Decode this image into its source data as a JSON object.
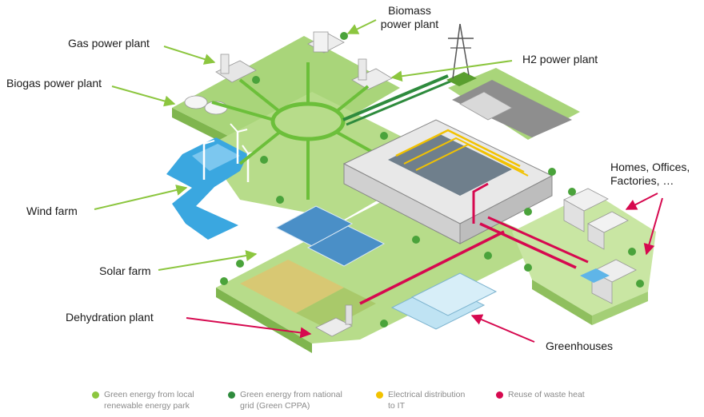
{
  "labels": {
    "gas": "Gas power plant",
    "biomass_1": "Biomass",
    "biomass_2": "power  plant",
    "h2": "H2 power plant",
    "biogas": "Biogas power  plant",
    "homes_1": "Homes, Offices,",
    "homes_2": "Factories, …",
    "wind": "Wind farm",
    "solar": "Solar farm",
    "dehydration": "Dehydration  plant",
    "greenhouses": "Greenhouses"
  },
  "legend": [
    {
      "text": "Green energy from local\nrenewable energy park",
      "color": "#8cc63f"
    },
    {
      "text": "Green energy from national\ngrid (Green CPPA)",
      "color": "#2e8b3d"
    },
    {
      "text": "Electrical distribution\nto IT",
      "color": "#f2c200"
    },
    {
      "text": "Reuse of waste heat",
      "color": "#d6094f"
    }
  ],
  "colors": {
    "local_green": "#8cc63f",
    "national_green": "#2e8b3d",
    "it_yellow": "#f2c200",
    "heat_red": "#d6094f",
    "water": "#3aa7e0",
    "ground": "#b7dc8a"
  }
}
